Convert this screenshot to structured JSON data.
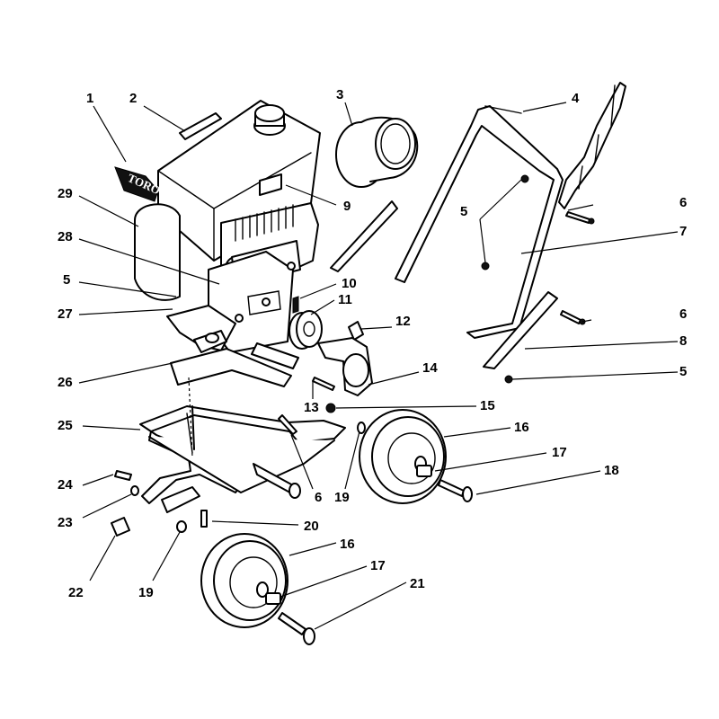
{
  "logo": {
    "text": "TORO"
  },
  "callouts": [
    {
      "id": "c1",
      "text": "1"
    },
    {
      "id": "c2",
      "text": "2"
    },
    {
      "id": "c3",
      "text": "3"
    },
    {
      "id": "c4",
      "text": "4"
    },
    {
      "id": "c5a",
      "text": "5"
    },
    {
      "id": "c6a",
      "text": "6"
    },
    {
      "id": "c29",
      "text": "29"
    },
    {
      "id": "c9",
      "text": "9"
    },
    {
      "id": "c7",
      "text": "7"
    },
    {
      "id": "c28",
      "text": "28"
    },
    {
      "id": "c5b",
      "text": "5"
    },
    {
      "id": "c10",
      "text": "10"
    },
    {
      "id": "c11",
      "text": "11"
    },
    {
      "id": "c6b",
      "text": "6"
    },
    {
      "id": "c27",
      "text": "27"
    },
    {
      "id": "c12",
      "text": "12"
    },
    {
      "id": "c8",
      "text": "8"
    },
    {
      "id": "c26",
      "text": "26"
    },
    {
      "id": "c14",
      "text": "14"
    },
    {
      "id": "c5c",
      "text": "5"
    },
    {
      "id": "c13",
      "text": "13"
    },
    {
      "id": "c15",
      "text": "15"
    },
    {
      "id": "c25",
      "text": "25"
    },
    {
      "id": "c16a",
      "text": "16"
    },
    {
      "id": "c17a",
      "text": "17"
    },
    {
      "id": "c18",
      "text": "18"
    },
    {
      "id": "c24",
      "text": "24"
    },
    {
      "id": "c6c",
      "text": "6"
    },
    {
      "id": "c19a",
      "text": "19"
    },
    {
      "id": "c23",
      "text": "23"
    },
    {
      "id": "c20",
      "text": "20"
    },
    {
      "id": "c22",
      "text": "22"
    },
    {
      "id": "c19b",
      "text": "19"
    },
    {
      "id": "c16b",
      "text": "16"
    },
    {
      "id": "c17b",
      "text": "17"
    },
    {
      "id": "c21",
      "text": "21"
    }
  ]
}
